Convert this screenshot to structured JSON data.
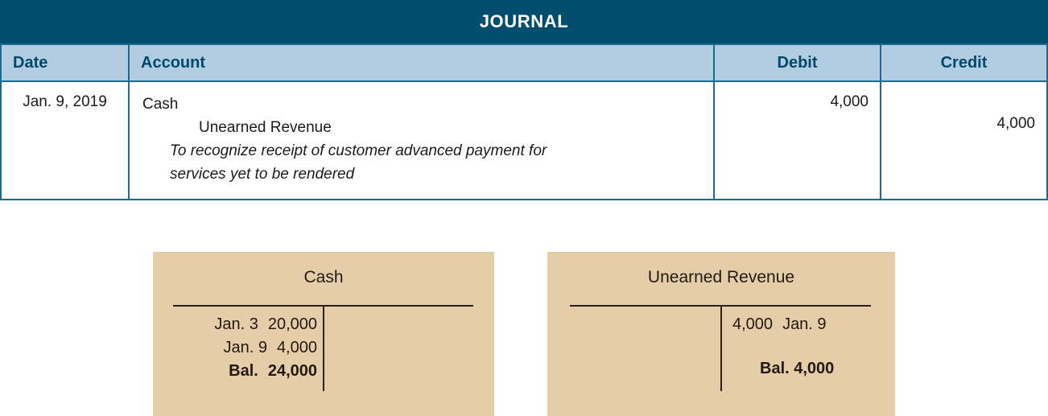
{
  "journal": {
    "title": "JOURNAL",
    "columns": {
      "date": "Date",
      "account": "Account",
      "debit": "Debit",
      "credit": "Credit"
    },
    "entry": {
      "date": "Jan. 9, 2019",
      "debit_account": "Cash",
      "credit_account": "Unearned Revenue",
      "memo_line_1": "To recognize receipt of customer advanced payment for",
      "memo_line_2": "services yet to be rendered",
      "debit_amount": "4,000",
      "credit_amount": "4,000"
    }
  },
  "t_accounts": [
    {
      "title": "Cash",
      "debit_entries": [
        {
          "label": "Jan. 3",
          "amount": "20,000"
        },
        {
          "label": "Jan. 9",
          "amount": "4,000"
        },
        {
          "label": "Bal.",
          "amount": "24,000"
        }
      ],
      "credit_entries": []
    },
    {
      "title": "Unearned Revenue",
      "debit_entries": [],
      "credit_entries": [
        {
          "amount": "4,000",
          "label": "Jan. 9"
        },
        {
          "amount": "Bal. 4,000",
          "label": ""
        }
      ]
    }
  ],
  "colors": {
    "title_bar": "#004d6e",
    "header_row": "#b3cde0",
    "header_text": "#00496b",
    "border": "#1a6b8f",
    "t_account_bg": "#e6cda9",
    "t_account_line": "#2e2114"
  }
}
